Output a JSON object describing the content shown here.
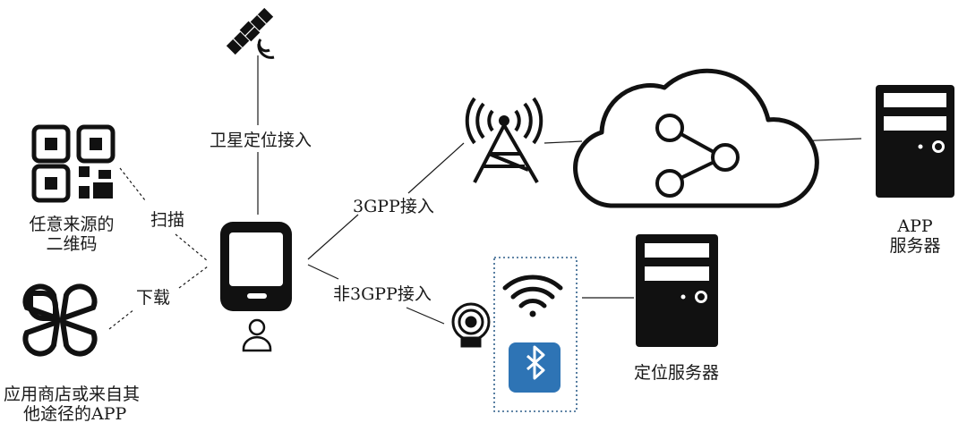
{
  "labels": {
    "satellite_access": "卫星定位接入",
    "scan": "扫描",
    "download": "下载",
    "gpp_access": "3GPP接入",
    "non_gpp_access": "非3GPP接入",
    "qr_source_line1": "任意来源的",
    "qr_source_line2": "二维码",
    "app_store_line1": "应用商店或来自其",
    "app_store_line2": "他途径的APP",
    "app_server_line1": "APP",
    "app_server_line2": "服务器",
    "location_server": "定位服务器"
  },
  "icons": [
    "satellite-icon",
    "qr-code-icon",
    "app-store-icon",
    "phone-icon",
    "user-icon",
    "cell-tower-icon",
    "cloud-share-icon",
    "app-server-icon",
    "wifi-icon",
    "bluetooth-icon",
    "beacon-icon",
    "location-server-icon"
  ],
  "colors": {
    "ink": "#111111",
    "bluetooth_blue": "#2e74b5",
    "dotted_box": "#2f5f8a"
  }
}
